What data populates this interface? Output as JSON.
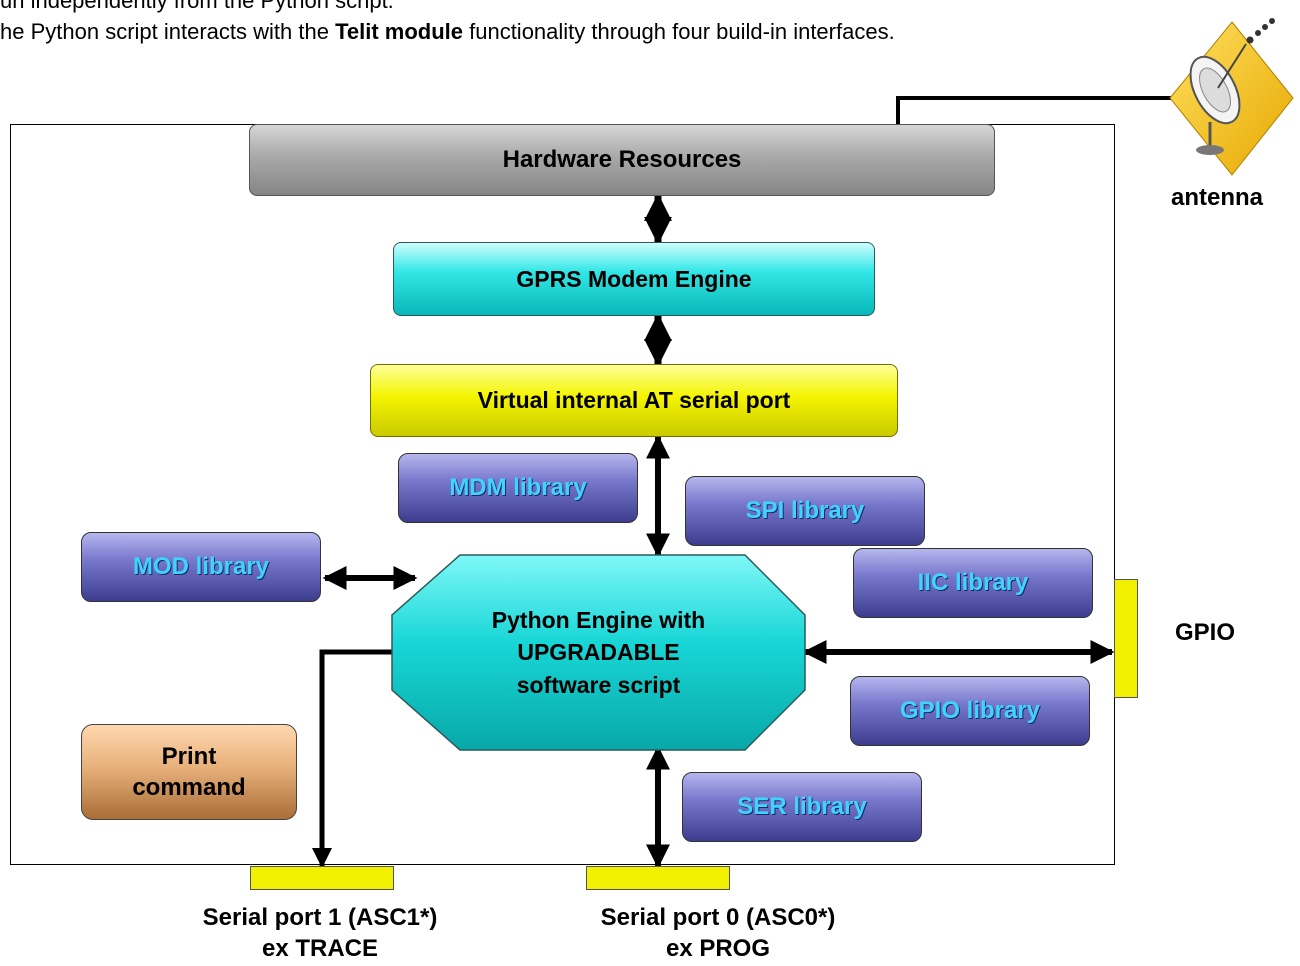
{
  "intro": {
    "line1": "un independently from the Python script.",
    "line2_pre": "he Python script interacts with the ",
    "line2_bold": "Telit module",
    "line2_post": " functionality through four build-in interfaces."
  },
  "blocks": {
    "hardware": "Hardware Resources",
    "gprs": "GPRS Modem Engine",
    "at_port": "Virtual internal AT serial port",
    "python_engine": [
      "Python Engine with",
      "UPGRADABLE",
      "software script"
    ],
    "print_command": [
      "Print",
      "command"
    ]
  },
  "libraries": {
    "mdm": "MDM library",
    "spi": "SPI library",
    "mod": "MOD library",
    "iic": "IIC library",
    "gpio": "GPIO library",
    "ser": "SER library"
  },
  "labels": {
    "antenna": "antenna",
    "gpio": "GPIO",
    "serial1": [
      "Serial port 1 (ASC1*)",
      "ex TRACE"
    ],
    "serial0": [
      "Serial port 0 (ASC0*)",
      "ex PROG"
    ]
  },
  "colors": {
    "library_text": "#3fd4ff",
    "gprs_fill": "#20d8d8",
    "at_port_fill": "#f0f000",
    "port_fill": "#f0f000",
    "antenna_fill": "#f5c800"
  }
}
